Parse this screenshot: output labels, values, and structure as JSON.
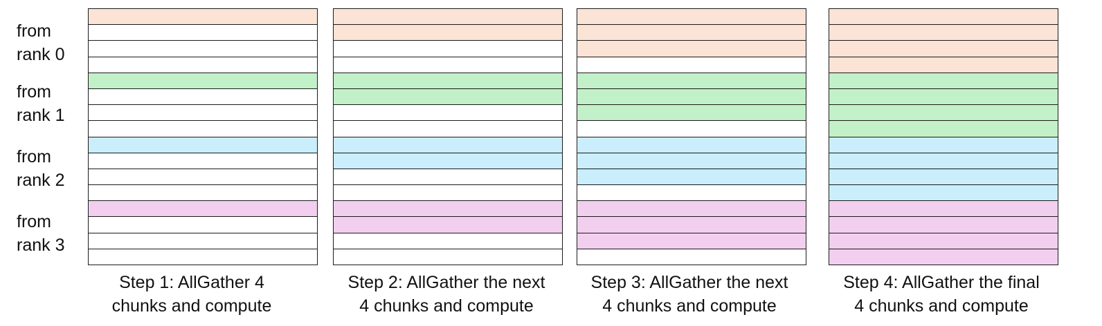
{
  "row_labels": [
    {
      "line1": "from",
      "line2": "rank 0"
    },
    {
      "line1": "from",
      "line2": "rank 1"
    },
    {
      "line1": "from",
      "line2": "rank 2"
    },
    {
      "line1": "from",
      "line2": "rank 3"
    }
  ],
  "colors": {
    "rank0": "#fbe3d6",
    "rank1": "#c2f0c8",
    "rank2": "#caeefb",
    "rank3": "#f2cfee",
    "empty": "#ffffff",
    "border": "#1a1a1a"
  },
  "rows_per_rank": 4,
  "panels": [
    {
      "caption_line1": "Step 1: AllGather 4",
      "caption_line2": "chunks and compute",
      "filled_per_rank": 1
    },
    {
      "caption_line1": "Step 2: AllGather the next",
      "caption_line2": "4 chunks and compute",
      "filled_per_rank": 2
    },
    {
      "caption_line1": "Step 3: AllGather the next",
      "caption_line2": "4 chunks and compute",
      "filled_per_rank": 3
    },
    {
      "caption_line1": "Step 4: AllGather the final",
      "caption_line2": "4 chunks and compute",
      "filled_per_rank": 4
    }
  ]
}
